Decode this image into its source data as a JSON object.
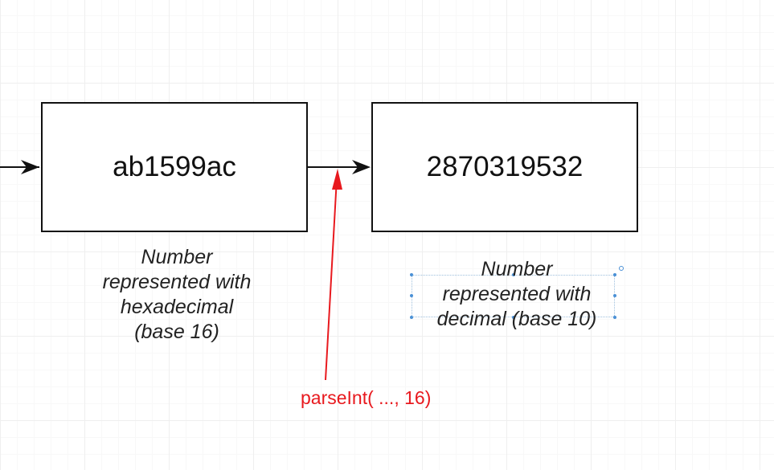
{
  "diagram": {
    "hex_node": {
      "label": "ab1599ac"
    },
    "dec_node": {
      "label": "2870319532"
    },
    "hex_caption": {
      "lines": [
        "Number",
        "represented with",
        "hexadecimal",
        "(base 16)"
      ]
    },
    "dec_caption": {
      "lines": [
        "Number",
        "represented with",
        "decimal (base 10)"
      ]
    },
    "annotation": {
      "text": "parseInt( ..., 16)"
    }
  },
  "colors": {
    "stroke": "#111111",
    "annotation": "#e8191e",
    "selection": "#4a90d6",
    "grid": "#efefef"
  }
}
